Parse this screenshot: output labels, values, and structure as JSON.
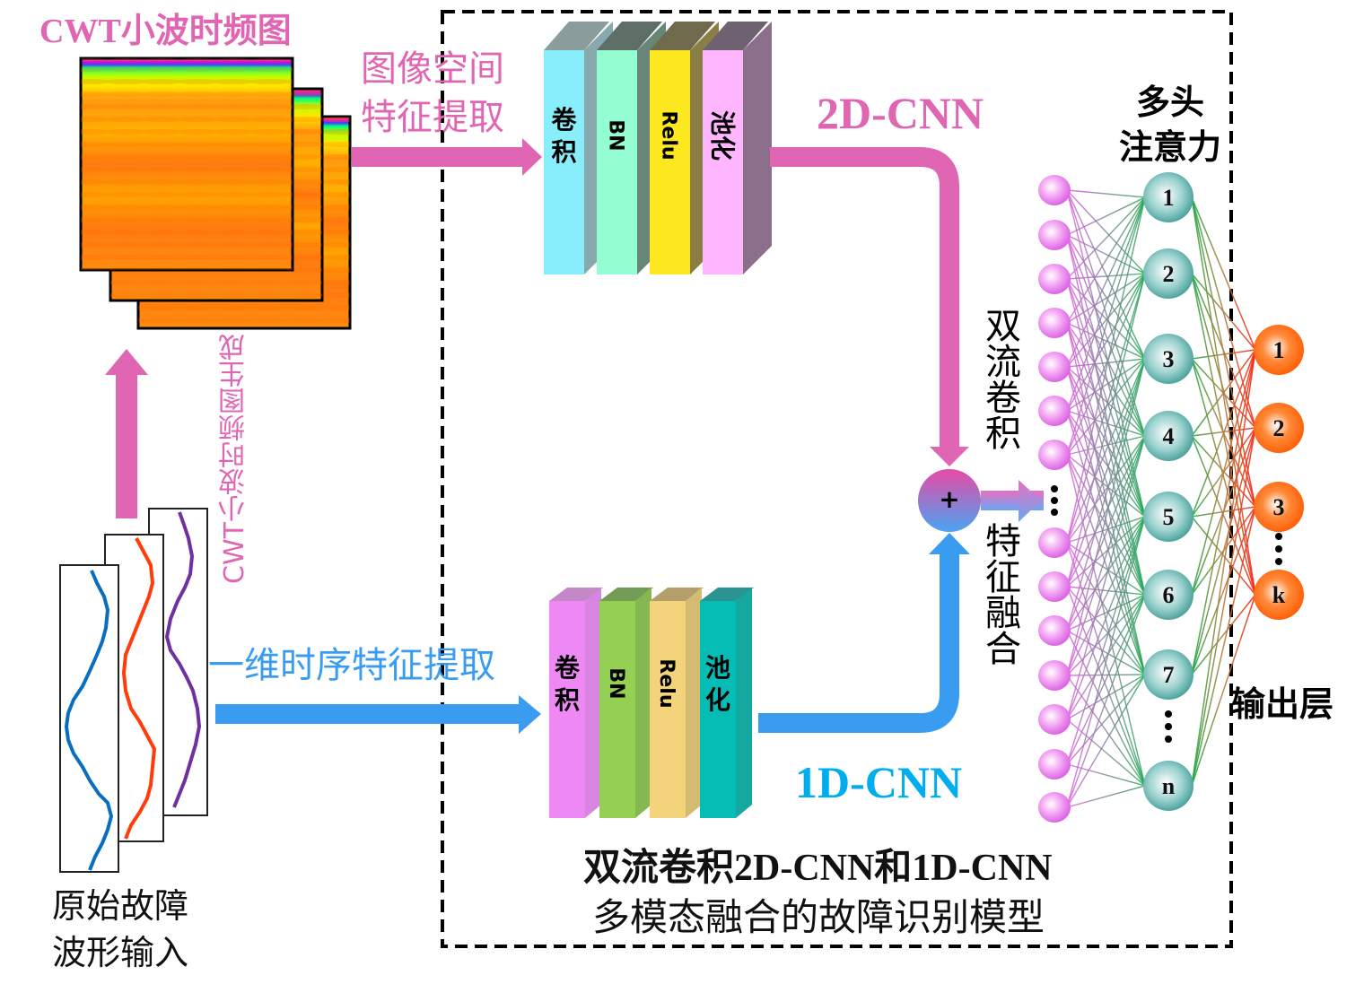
{
  "colors": {
    "pink": "#e066b4",
    "blue": "#3a9cf0",
    "cwt_orange": "#ff7a10",
    "teal_node": "#7cc2bf",
    "output_node": "#ff6a1a",
    "input_node": "#ee88ee"
  },
  "labels": {
    "cwt_title": "CWT小波时频图",
    "image_feature_line1": "图像空间",
    "image_feature_line2": "特征提取",
    "cwt_generation": "CWT小波时频图生成",
    "seq_feature": "一维时序特征提取",
    "raw_input_line1": "原始故障",
    "raw_input_line2": "波形输入",
    "cnn2d": "2D-CNN",
    "cnn1d": "1D-CNN",
    "fusion_left": "双流卷积",
    "fusion_right": "特征融合",
    "plus": "+",
    "attention_line1": "多头",
    "attention_line2": "注意力",
    "output_layer": "输出层",
    "caption_line1": "双流卷积2D-CNN和1D-CNN",
    "caption_line2": "多模态融合的故障识别模型"
  },
  "cnn2d_blocks": [
    {
      "label": "卷积",
      "front": "#88eefc",
      "side": "#87a8ac",
      "top": "#8a9c9c"
    },
    {
      "label": "BN",
      "front": "#95fdd2",
      "side": "#678678",
      "top": "#5d6e66"
    },
    {
      "label": "Relu",
      "front": "#fde81f",
      "side": "#8a7e44",
      "top": "#706a4c"
    },
    {
      "label": "池化",
      "front": "#ffb6ff",
      "side": "#8a6e8a",
      "top": "#6e6270"
    }
  ],
  "cnn1d_blocks": [
    {
      "label": "卷积",
      "front": "#ee88f4",
      "side": "#d886e2",
      "top": "#c488c8"
    },
    {
      "label": "BN",
      "front": "#94d152",
      "side": "#86b852",
      "top": "#739c56"
    },
    {
      "label": "Relu",
      "front": "#f3d47b",
      "side": "#d5bb72",
      "top": "#b49e6c"
    },
    {
      "label": "池化",
      "front": "#05bdb5",
      "side": "#14a8a0",
      "top": "#2a9590"
    }
  ],
  "attention_nodes": [
    "1",
    "2",
    "3",
    "4",
    "5",
    "6",
    "7",
    "⋮",
    "n"
  ],
  "output_nodes": [
    "1",
    "2",
    "3",
    "k"
  ],
  "input_node_count": 14,
  "ellipsis": "⋮"
}
